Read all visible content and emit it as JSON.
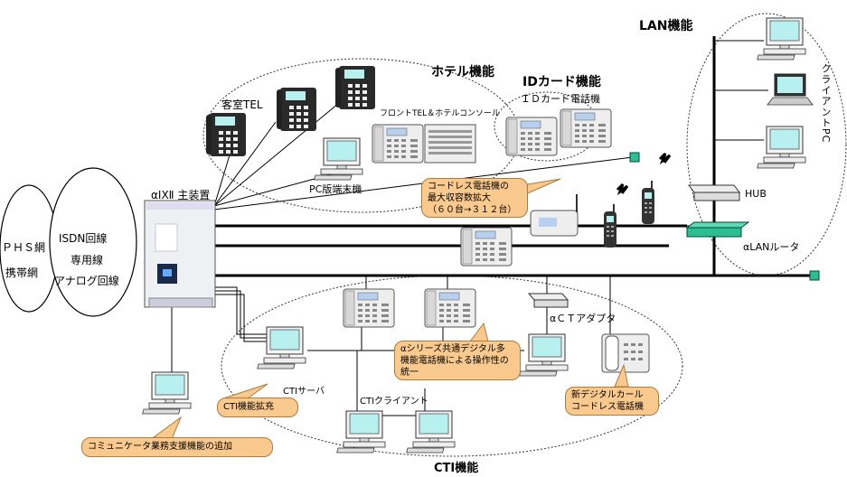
{
  "labels": {
    "lan": "LAN機能",
    "hotel": "ホテル機能",
    "idcard": "IDカード機能",
    "idcard_phone": "ＩＤカード電話機",
    "guest_tel": "客室TEL",
    "front_tel": "フロントTEL＆ホテルコンソール",
    "pc_terminal": "PC版端末機",
    "main_unit": "αIXⅡ 主装置",
    "hub": "HUB",
    "router": "αLANルータ",
    "client_pc": "クライアントPC",
    "phs": "ＰＨＳ網",
    "mobile": "携帯網",
    "isdn": "ISDN回線",
    "leased": "専用線",
    "analog": "アナログ回線",
    "cct_adapter": "αＣＴアダプタ",
    "cti_server": "CTIサーバ",
    "cti_client": "CTIクライアント",
    "cti": "CTI機能"
  },
  "callouts": {
    "cordless_l1": "コードレス電話機の",
    "cordless_l2": "最大収容数拡大",
    "cordless_l3": "（６０台→３１２台）",
    "alpha_l1": "αシリーズ共通デジタル多",
    "alpha_l2": "機能電話機による操作性の",
    "alpha_l3": "統一",
    "new_cordless_l1": "新デジタルカール",
    "new_cordless_l2": "コードレス電話機",
    "cti_expand": "CTI機能拡充",
    "communicator": "コミュニケータ業務支援機能の追加"
  },
  "colors": {
    "callout": "#f9c98e",
    "screen": "#b8f0f0",
    "router": "#2bbf8f",
    "phone_dark": "#2a2a2a",
    "phone_light": "#e8e8e8"
  }
}
